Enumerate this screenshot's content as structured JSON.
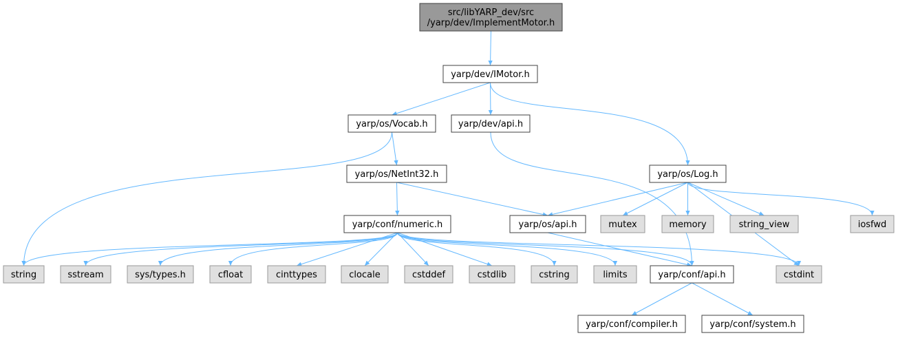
{
  "colors": {
    "root_fill": "#999999",
    "project_fill": "#ffffff",
    "system_fill": "#e0e0e0",
    "project_border": "#404040",
    "system_border": "#999999",
    "edge": "#63b8ff"
  },
  "nodes": [
    {
      "id": "implementmotor",
      "lines": [
        "src/libYARP_dev/src",
        "/yarp/dev/ImplementMotor.h"
      ],
      "kind": "root"
    },
    {
      "id": "imotor",
      "lines": [
        "yarp/dev/IMotor.h"
      ],
      "kind": "project"
    },
    {
      "id": "vocab",
      "lines": [
        "yarp/os/Vocab.h"
      ],
      "kind": "project"
    },
    {
      "id": "devapi",
      "lines": [
        "yarp/dev/api.h"
      ],
      "kind": "project"
    },
    {
      "id": "log",
      "lines": [
        "yarp/os/Log.h"
      ],
      "kind": "project"
    },
    {
      "id": "netint32",
      "lines": [
        "yarp/os/NetInt32.h"
      ],
      "kind": "project"
    },
    {
      "id": "numeric",
      "lines": [
        "yarp/conf/numeric.h"
      ],
      "kind": "project"
    },
    {
      "id": "osapi",
      "lines": [
        "yarp/os/api.h"
      ],
      "kind": "project"
    },
    {
      "id": "mutex",
      "lines": [
        "mutex"
      ],
      "kind": "system"
    },
    {
      "id": "memory",
      "lines": [
        "memory"
      ],
      "kind": "system"
    },
    {
      "id": "string_view",
      "lines": [
        "string_view"
      ],
      "kind": "system"
    },
    {
      "id": "iosfwd",
      "lines": [
        "iosfwd"
      ],
      "kind": "system"
    },
    {
      "id": "string",
      "lines": [
        "string"
      ],
      "kind": "system"
    },
    {
      "id": "sstream",
      "lines": [
        "sstream"
      ],
      "kind": "system"
    },
    {
      "id": "systypes",
      "lines": [
        "sys/types.h"
      ],
      "kind": "system"
    },
    {
      "id": "cfloat",
      "lines": [
        "cfloat"
      ],
      "kind": "system"
    },
    {
      "id": "cinttypes",
      "lines": [
        "cinttypes"
      ],
      "kind": "system"
    },
    {
      "id": "clocale",
      "lines": [
        "clocale"
      ],
      "kind": "system"
    },
    {
      "id": "cstddef",
      "lines": [
        "cstddef"
      ],
      "kind": "system"
    },
    {
      "id": "cstdlib",
      "lines": [
        "cstdlib"
      ],
      "kind": "system"
    },
    {
      "id": "cstring",
      "lines": [
        "cstring"
      ],
      "kind": "system"
    },
    {
      "id": "limits",
      "lines": [
        "limits"
      ],
      "kind": "system"
    },
    {
      "id": "confapi",
      "lines": [
        "yarp/conf/api.h"
      ],
      "kind": "project"
    },
    {
      "id": "cstdint",
      "lines": [
        "cstdint"
      ],
      "kind": "system"
    },
    {
      "id": "compiler",
      "lines": [
        "yarp/conf/compiler.h"
      ],
      "kind": "project"
    },
    {
      "id": "system",
      "lines": [
        "yarp/conf/system.h"
      ],
      "kind": "project"
    }
  ],
  "edges": [
    {
      "from": "implementmotor",
      "to": "imotor"
    },
    {
      "from": "imotor",
      "to": "vocab"
    },
    {
      "from": "imotor",
      "to": "devapi"
    },
    {
      "from": "imotor",
      "to": "log"
    },
    {
      "from": "vocab",
      "to": "netint32"
    },
    {
      "from": "vocab",
      "to": "string"
    },
    {
      "from": "devapi",
      "to": "confapi"
    },
    {
      "from": "log",
      "to": "osapi"
    },
    {
      "from": "log",
      "to": "mutex"
    },
    {
      "from": "log",
      "to": "memory"
    },
    {
      "from": "log",
      "to": "string_view"
    },
    {
      "from": "log",
      "to": "iosfwd"
    },
    {
      "from": "log",
      "to": "cstdint"
    },
    {
      "from": "netint32",
      "to": "numeric"
    },
    {
      "from": "netint32",
      "to": "osapi"
    },
    {
      "from": "osapi",
      "to": "confapi"
    },
    {
      "from": "numeric",
      "to": "string"
    },
    {
      "from": "numeric",
      "to": "sstream"
    },
    {
      "from": "numeric",
      "to": "systypes"
    },
    {
      "from": "numeric",
      "to": "cfloat"
    },
    {
      "from": "numeric",
      "to": "cinttypes"
    },
    {
      "from": "numeric",
      "to": "clocale"
    },
    {
      "from": "numeric",
      "to": "cstddef"
    },
    {
      "from": "numeric",
      "to": "cstdlib"
    },
    {
      "from": "numeric",
      "to": "cstring"
    },
    {
      "from": "numeric",
      "to": "limits"
    },
    {
      "from": "numeric",
      "to": "confapi"
    },
    {
      "from": "numeric",
      "to": "cstdint"
    },
    {
      "from": "confapi",
      "to": "compiler"
    },
    {
      "from": "confapi",
      "to": "system"
    }
  ]
}
